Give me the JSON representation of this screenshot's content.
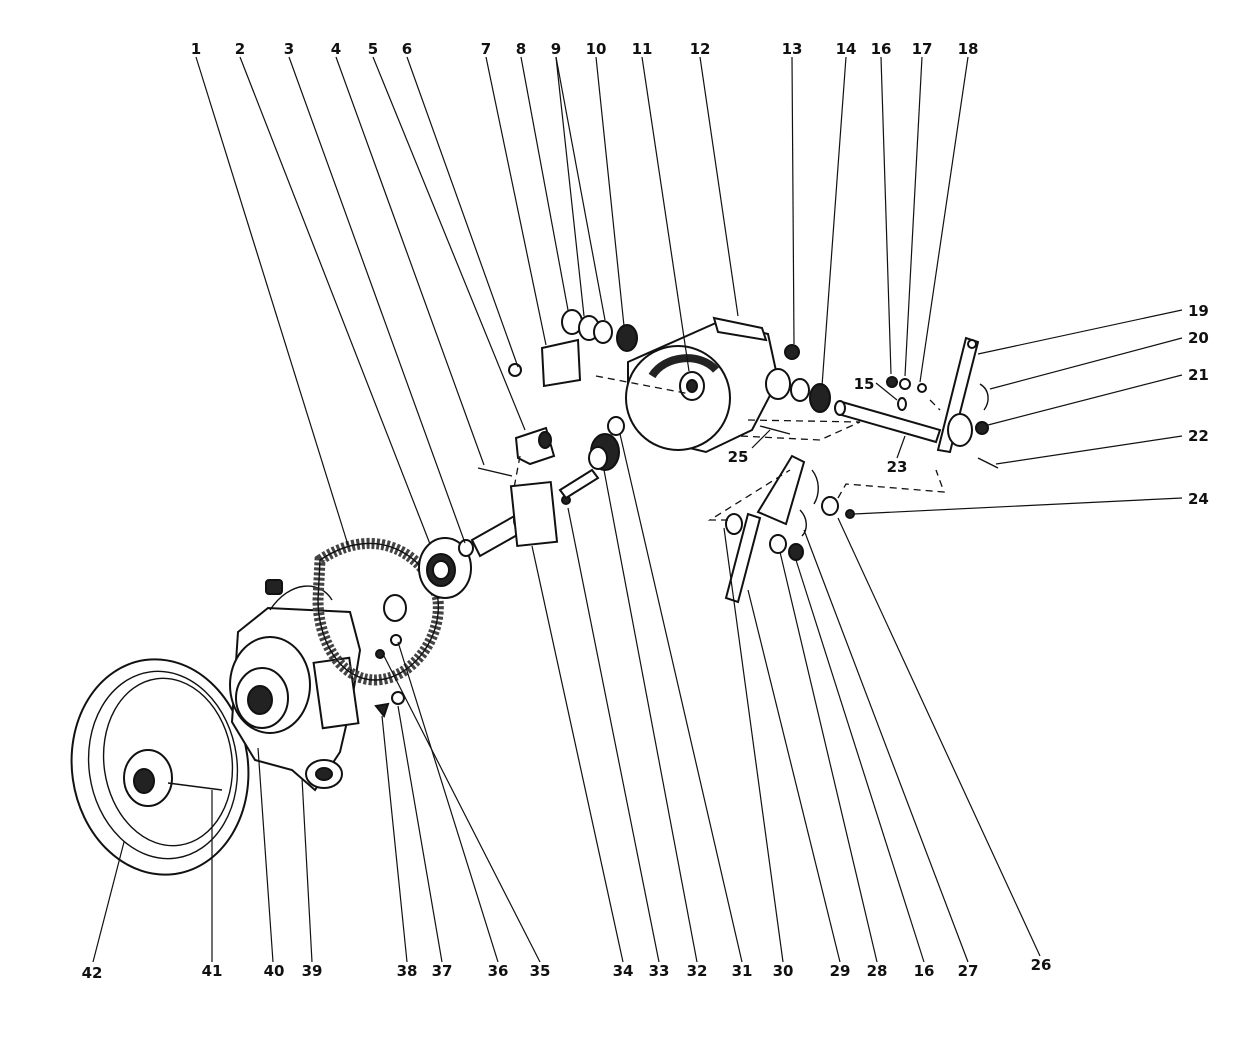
{
  "callouts": [
    {
      "id": "c1",
      "text": "1"
    },
    {
      "id": "c2",
      "text": "2"
    },
    {
      "id": "c3",
      "text": "3"
    },
    {
      "id": "c4",
      "text": "4"
    },
    {
      "id": "c5",
      "text": "5"
    },
    {
      "id": "c6",
      "text": "6"
    },
    {
      "id": "c7",
      "text": "7"
    },
    {
      "id": "c8",
      "text": "8"
    },
    {
      "id": "c9",
      "text": "9"
    },
    {
      "id": "c10",
      "text": "10"
    },
    {
      "id": "c11",
      "text": "11"
    },
    {
      "id": "c12",
      "text": "12"
    },
    {
      "id": "c13",
      "text": "13"
    },
    {
      "id": "c14",
      "text": "14"
    },
    {
      "id": "c16a",
      "text": "16"
    },
    {
      "id": "c17",
      "text": "17"
    },
    {
      "id": "c18",
      "text": "18"
    },
    {
      "id": "c19",
      "text": "19"
    },
    {
      "id": "c20",
      "text": "20"
    },
    {
      "id": "c21",
      "text": "21"
    },
    {
      "id": "c22",
      "text": "22"
    },
    {
      "id": "c15",
      "text": "15"
    },
    {
      "id": "c25",
      "text": "25"
    },
    {
      "id": "c23",
      "text": "23"
    },
    {
      "id": "c24",
      "text": "24"
    },
    {
      "id": "c42",
      "text": "42"
    },
    {
      "id": "c41",
      "text": "41"
    },
    {
      "id": "c40",
      "text": "40"
    },
    {
      "id": "c39",
      "text": "39"
    },
    {
      "id": "c38",
      "text": "38"
    },
    {
      "id": "c37",
      "text": "37"
    },
    {
      "id": "c36",
      "text": "36"
    },
    {
      "id": "c35",
      "text": "35"
    },
    {
      "id": "c34",
      "text": "34"
    },
    {
      "id": "c33",
      "text": "33"
    },
    {
      "id": "c32",
      "text": "32"
    },
    {
      "id": "c31",
      "text": "31"
    },
    {
      "id": "c30",
      "text": "30"
    },
    {
      "id": "c29",
      "text": "29"
    },
    {
      "id": "c28",
      "text": "28"
    },
    {
      "id": "c16b",
      "text": "16"
    },
    {
      "id": "c27",
      "text": "27"
    },
    {
      "id": "c26",
      "text": "26"
    }
  ]
}
